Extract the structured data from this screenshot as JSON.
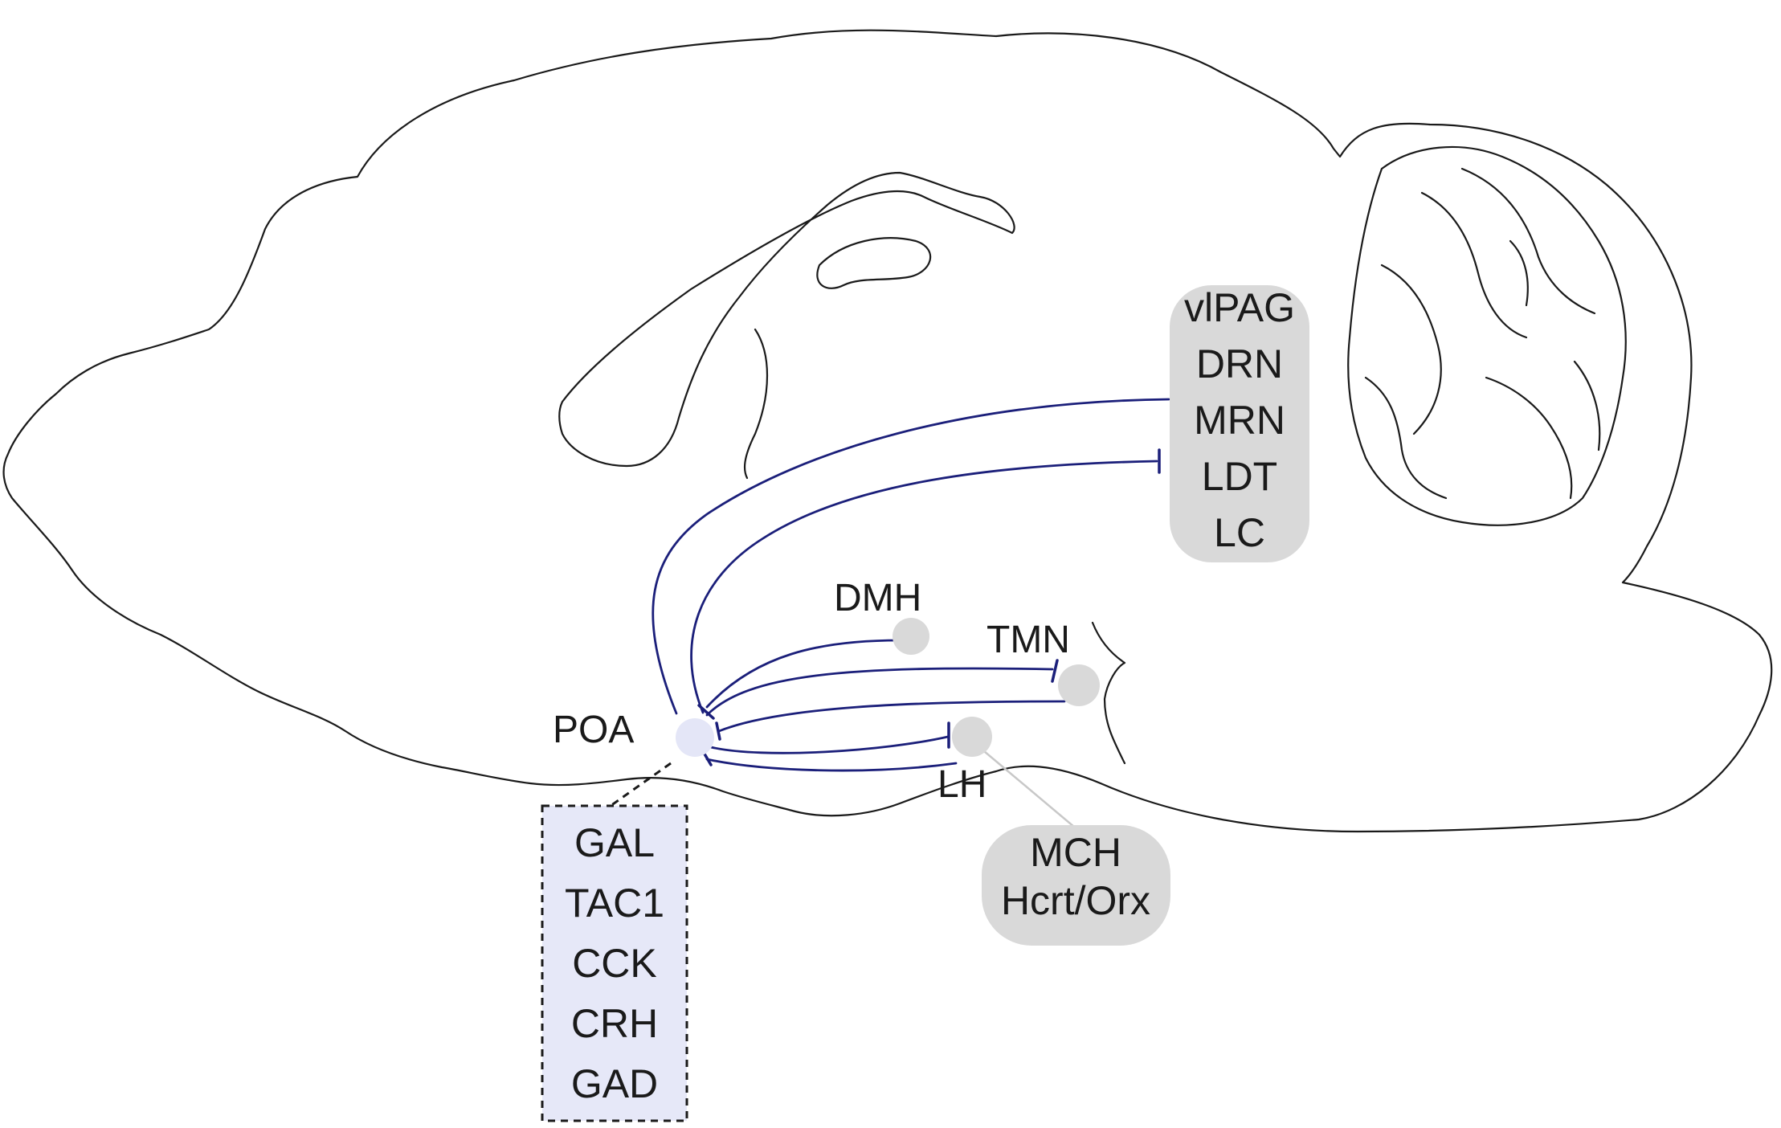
{
  "nodes": {
    "poa": {
      "label": "POA",
      "color": "#e4e6f7"
    },
    "dmh": {
      "label": "DMH",
      "color": "#d9d9d9"
    },
    "tmn": {
      "label": "TMN",
      "color": "#d9d9d9"
    },
    "lh": {
      "label": "LH",
      "color": "#d9d9d9"
    }
  },
  "brainstem_box": {
    "items": [
      "vlPAG",
      "DRN",
      "MRN",
      "LDT",
      "LC"
    ],
    "fill": "#d9d9d9"
  },
  "lh_box": {
    "items": [
      "MCH",
      "Hcrt/Orx"
    ],
    "fill": "#d9d9d9"
  },
  "poa_box": {
    "items": [
      "GAL",
      "TAC1",
      "CCK",
      "CRH",
      "GAD"
    ],
    "fill": "#e6e8f8"
  },
  "colors": {
    "projection": "#1b1f7a",
    "outline": "#1a1a1a"
  }
}
